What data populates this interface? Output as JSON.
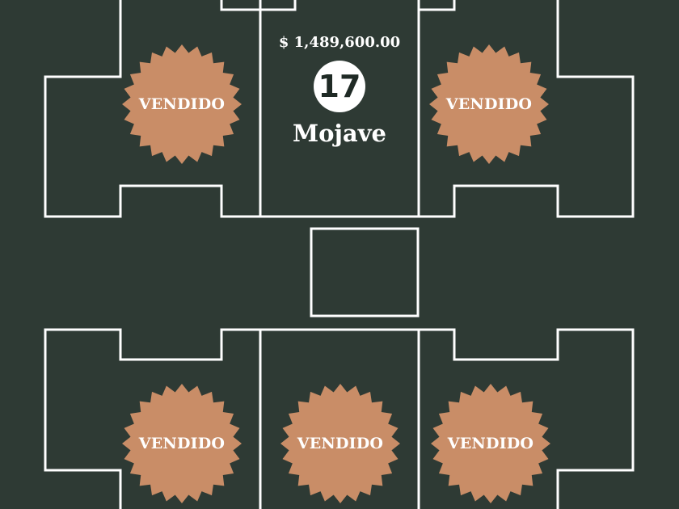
{
  "colors": {
    "background": "#2e3a34",
    "lot_outline": "#ffffff",
    "sold_seal": "#c98d67",
    "badge_background": "#ffffff",
    "badge_text": "#1f2a25"
  },
  "lots": [
    {
      "id": "top-left",
      "status": "sold",
      "label": "VENDIDO"
    },
    {
      "id": "top-center",
      "status": "available",
      "price": "$ 1,489,600.00",
      "number": "17",
      "model": "Mojave"
    },
    {
      "id": "top-right",
      "status": "sold",
      "label": "VENDIDO"
    },
    {
      "id": "bottom-left",
      "status": "sold",
      "label": "VENDIDO"
    },
    {
      "id": "bottom-center",
      "status": "sold",
      "label": "VENDIDO"
    },
    {
      "id": "bottom-right",
      "status": "sold",
      "label": "VENDIDO"
    }
  ]
}
